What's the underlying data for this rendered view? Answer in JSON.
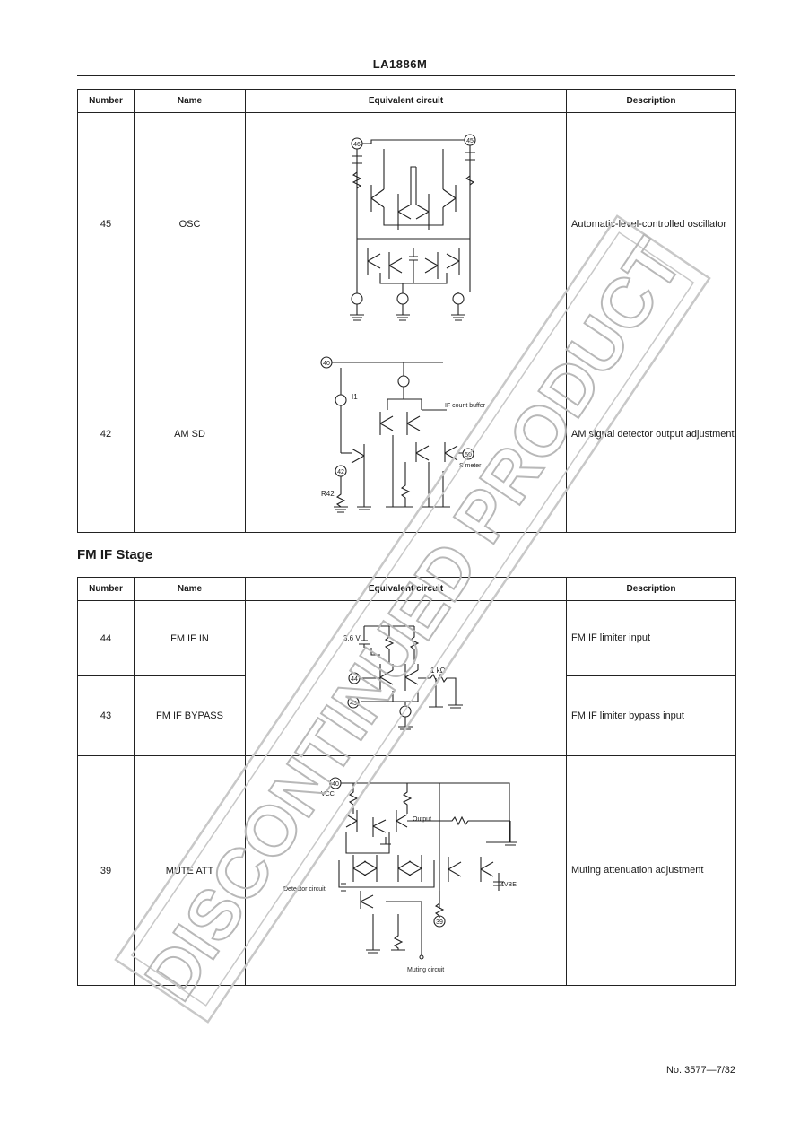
{
  "header": {
    "title": "LA1886M"
  },
  "table1": {
    "columns": [
      "Number",
      "Name",
      "Equivalent circuit",
      "Description"
    ],
    "rows": [
      {
        "number": "45",
        "name": "OSC",
        "description": "Automatic-level-controlled oscillator",
        "circuit_labels": {
          "pin_a": "46",
          "pin_b": "45"
        }
      },
      {
        "number": "42",
        "name": "AM SD",
        "description": "AM signal detector output adjustment",
        "circuit_labels": {
          "pin_top": "40",
          "current": "I1",
          "if_buffer": "IF count buffer",
          "pin_smeter": "50",
          "smeter": "S meter",
          "pin_bottom": "42",
          "resistor": "R42"
        }
      }
    ]
  },
  "section": {
    "heading": "FM IF Stage"
  },
  "table2": {
    "columns": [
      "Number",
      "Name",
      "Equivalent circuit",
      "Description"
    ],
    "rows": [
      {
        "number": "44",
        "name": "FM IF IN",
        "description": "FM IF limiter input"
      },
      {
        "number": "43",
        "name": "FM IF BYPASS",
        "description": "FM IF limiter bypass input"
      },
      {
        "number": "39",
        "name": "MUTE ATT",
        "description": "Muting attenuation adjustment",
        "circuit_labels": {
          "pin_vcc": "40",
          "vcc": "VCC",
          "output": "Output",
          "detector": "Detector circuit",
          "vbe": "4VBE",
          "pin_39": "39",
          "muting": "Muting circuit"
        }
      }
    ],
    "circuit_labels": {
      "voltage": "3.6 V",
      "resistor": "1 kΩ",
      "pin_44": "44",
      "pin_43": "43"
    }
  },
  "watermark": {
    "text": "DISCONTINUED PRODUCT"
  },
  "footer": {
    "text": "No. 3577—7/32"
  }
}
